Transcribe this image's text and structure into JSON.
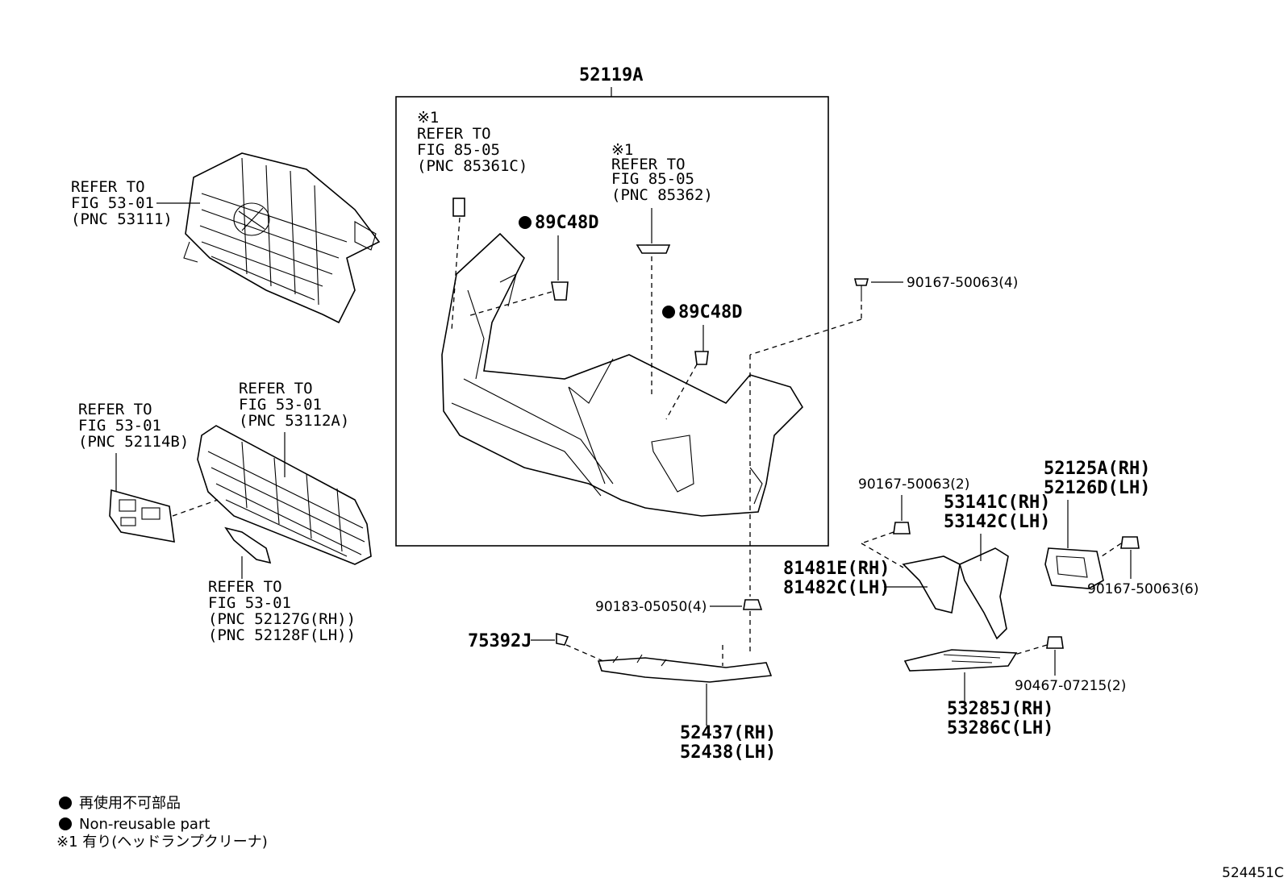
{
  "callouts": {
    "assembly": "52119A",
    "refer_headlamp_left": [
      "※1",
      "REFER TO",
      "FIG 85-05",
      "(PNC 85361C)"
    ],
    "refer_headlamp_right": [
      "※1",
      "REFER TO",
      "FIG 85-05",
      "(PNC 85362)"
    ],
    "refer_grille_upper": [
      "REFER TO",
      "FIG 53-01",
      "(PNC 53111)"
    ],
    "refer_grille_lower": [
      "REFER TO",
      "FIG 53-01",
      "(PNC 53112A)"
    ],
    "refer_license_bracket": [
      "REFER TO",
      "FIG 53-01",
      "(PNC 52114B)"
    ],
    "refer_grille_cover": [
      "REFER TO",
      "FIG 53-01",
      "(PNC 52127G(RH))",
      "(PNC 52128F(LH))"
    ],
    "clip_89c48d_a": "89C48D",
    "clip_89c48d_b": "89C48D",
    "screw_90167_50063_4": "90167-50063(4)",
    "screw_90167_50063_2": "90167-50063(2)",
    "screw_90167_50063_6": "90167-50063(6)",
    "nut_90183_05050_4": "90183-05050(4)",
    "screw_90467_07215_2": "90467-07215(2)",
    "part_75392j": "75392J",
    "part_52437": [
      "52437(RH)",
      "52438(LH)"
    ],
    "part_81481e": [
      "81481E(RH)",
      "81482C(LH)"
    ],
    "part_53141c": [
      "53141C(RH)",
      "53142C(LH)"
    ],
    "part_52125a": [
      "52125A(RH)",
      "52126D(LH)"
    ],
    "part_53285j": [
      "53285J(RH)",
      "53286C(LH)"
    ]
  },
  "legend": {
    "jp_non_reusable": "再使用不可部品",
    "en_non_reusable": "Non-reusable part",
    "note_1": "※1 有り(ヘッドランプクリーナ)"
  },
  "diagram_code": "524451C"
}
